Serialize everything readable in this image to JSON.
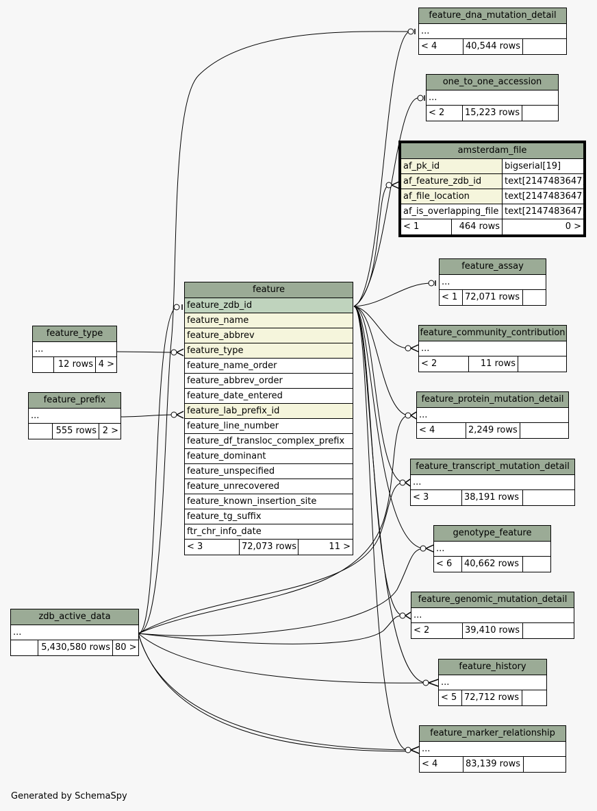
{
  "footer": "Generated by SchemaSpy",
  "tables": {
    "feature_dna_mutation_detail": {
      "name": "feature_dna_mutation_detail",
      "cols": [
        "..."
      ],
      "stats": [
        "< 4",
        "40,544 rows",
        ""
      ]
    },
    "one_to_one_accession": {
      "name": "one_to_one_accession",
      "cols": [
        "..."
      ],
      "stats": [
        "< 2",
        "15,223 rows",
        ""
      ]
    },
    "amsterdam_file": {
      "name": "amsterdam_file",
      "cols": [
        [
          "af_pk_id",
          "bigserial[19]"
        ],
        [
          "af_feature_zdb_id",
          "text[2147483647]"
        ],
        [
          "af_file_location",
          "text[2147483647]"
        ],
        [
          "af_is_overlapping_file",
          "text[2147483647]"
        ]
      ],
      "stats": [
        "< 1",
        "464 rows",
        "0 >"
      ]
    },
    "feature_assay": {
      "name": "feature_assay",
      "cols": [
        "..."
      ],
      "stats": [
        "< 1",
        "72,071 rows",
        ""
      ]
    },
    "feature_community_contribution": {
      "name": "feature_community_contribution",
      "cols": [
        "..."
      ],
      "stats": [
        "< 2",
        "11 rows",
        ""
      ]
    },
    "feature_protein_mutation_detail": {
      "name": "feature_protein_mutation_detail",
      "cols": [
        "..."
      ],
      "stats": [
        "< 4",
        "2,249 rows",
        ""
      ]
    },
    "feature_transcript_mutation_detail": {
      "name": "feature_transcript_mutation_detail",
      "cols": [
        "..."
      ],
      "stats": [
        "< 3",
        "38,191 rows",
        ""
      ]
    },
    "genotype_feature": {
      "name": "genotype_feature",
      "cols": [
        "..."
      ],
      "stats": [
        "< 6",
        "40,662 rows",
        ""
      ]
    },
    "feature_genomic_mutation_detail": {
      "name": "feature_genomic_mutation_detail",
      "cols": [
        "..."
      ],
      "stats": [
        "< 2",
        "39,410 rows",
        ""
      ]
    },
    "feature_history": {
      "name": "feature_history",
      "cols": [
        "..."
      ],
      "stats": [
        "< 5",
        "72,712 rows",
        ""
      ]
    },
    "feature_marker_relationship": {
      "name": "feature_marker_relationship",
      "cols": [
        "..."
      ],
      "stats": [
        "< 4",
        "83,139 rows",
        ""
      ]
    },
    "feature": {
      "name": "feature",
      "cols": [
        "feature_zdb_id",
        "feature_name",
        "feature_abbrev",
        "feature_type",
        "feature_name_order",
        "feature_abbrev_order",
        "feature_date_entered",
        "feature_lab_prefix_id",
        "feature_line_number",
        "feature_df_transloc_complex_prefix",
        "feature_dominant",
        "feature_unspecified",
        "feature_unrecovered",
        "feature_known_insertion_site",
        "feature_tg_suffix",
        "ftr_chr_info_date"
      ],
      "stats": [
        "< 3",
        "72,073 rows",
        "11 >"
      ]
    },
    "feature_type": {
      "name": "feature_type",
      "cols": [
        "..."
      ],
      "stats": [
        "",
        "12 rows",
        "4 >"
      ]
    },
    "feature_prefix": {
      "name": "feature_prefix",
      "cols": [
        "..."
      ],
      "stats": [
        "",
        "555 rows",
        "2 >"
      ]
    },
    "zdb_active_data": {
      "name": "zdb_active_data",
      "cols": [
        "..."
      ],
      "stats": [
        "",
        "5,430,580 rows",
        "80 >"
      ]
    }
  }
}
